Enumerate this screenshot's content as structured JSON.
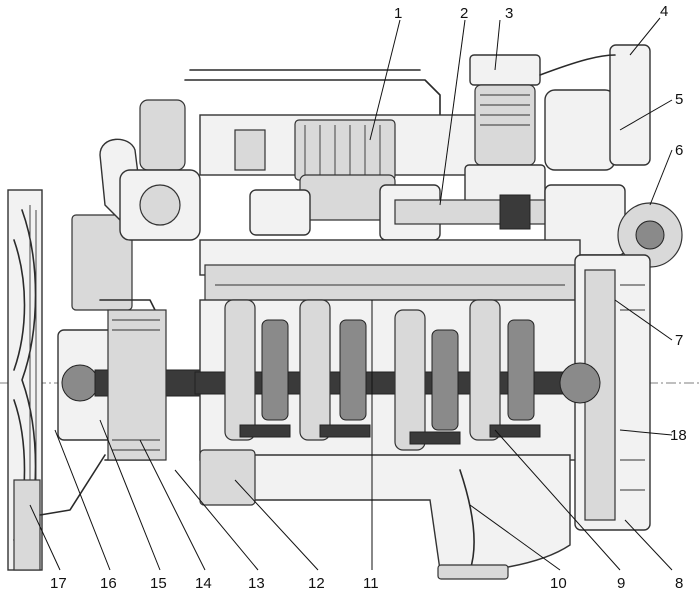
{
  "diagram": {
    "callouts": [
      {
        "id": "c1",
        "label": "1"
      },
      {
        "id": "c2",
        "label": "2"
      },
      {
        "id": "c3",
        "label": "3"
      },
      {
        "id": "c4",
        "label": "4"
      },
      {
        "id": "c5",
        "label": "5"
      },
      {
        "id": "c6",
        "label": "6"
      },
      {
        "id": "c7",
        "label": "7"
      },
      {
        "id": "c18",
        "label": "18"
      },
      {
        "id": "c8",
        "label": "8"
      },
      {
        "id": "c9",
        "label": "9"
      },
      {
        "id": "c10",
        "label": "10"
      },
      {
        "id": "c11",
        "label": "11"
      },
      {
        "id": "c12",
        "label": "12"
      },
      {
        "id": "c13",
        "label": "13"
      },
      {
        "id": "c14",
        "label": "14"
      },
      {
        "id": "c15",
        "label": "15"
      },
      {
        "id": "c16",
        "label": "16"
      },
      {
        "id": "c17",
        "label": "17"
      }
    ]
  }
}
